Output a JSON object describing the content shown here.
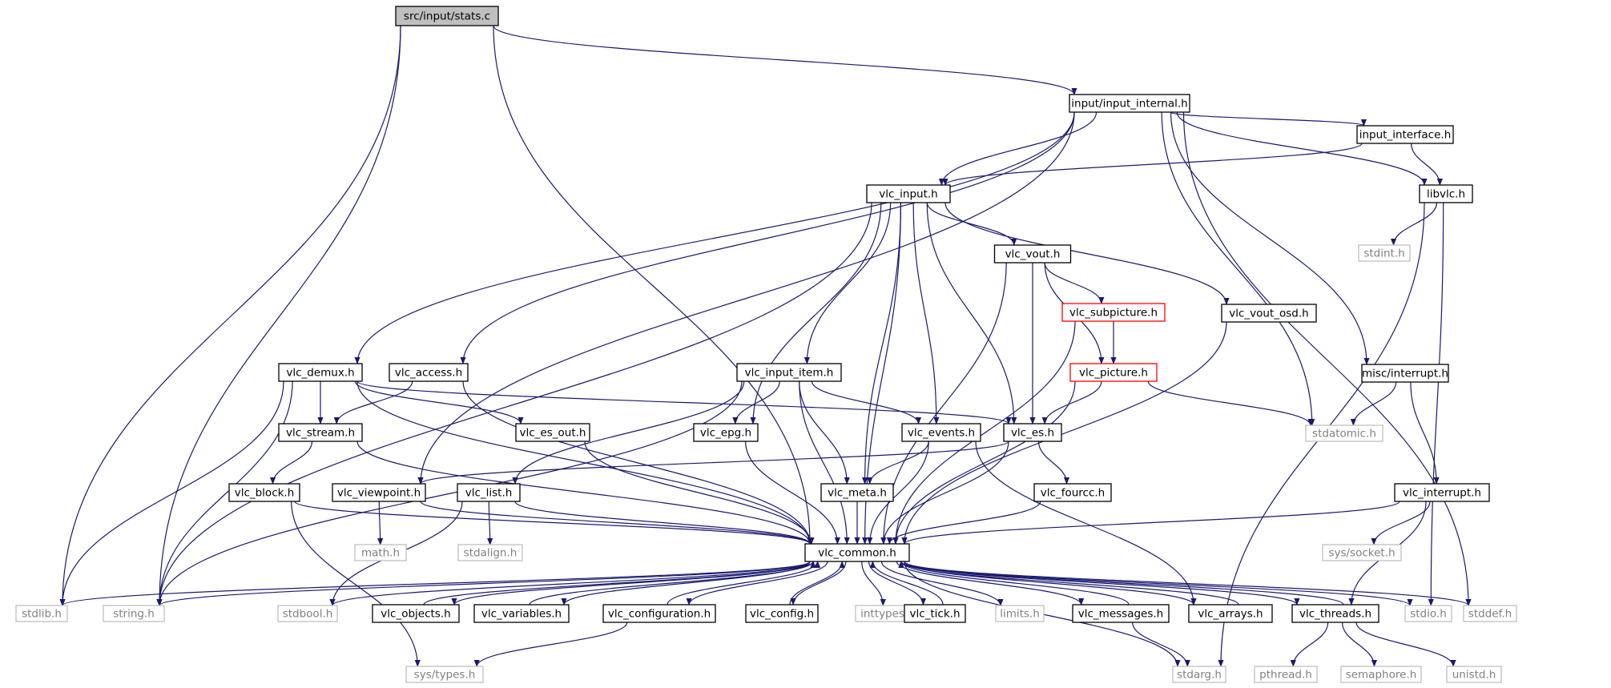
{
  "colors": {
    "edge": "#191970",
    "box_normal": "#000000",
    "box_missing": "#bfbfbf",
    "box_truncated": "#ff0000",
    "root_fill": "#bfbfbf",
    "text_normal": "#000000",
    "text_missing": "#808080"
  },
  "nodes": [
    {
      "id": "stats_c",
      "label": "src/input/stats.c",
      "kind": "root"
    },
    {
      "id": "input_internal",
      "label": "input/input_internal.h",
      "kind": "normal"
    },
    {
      "id": "input_interface",
      "label": "input_interface.h",
      "kind": "normal"
    },
    {
      "id": "libvlc",
      "label": "libvlc.h",
      "kind": "normal"
    },
    {
      "id": "stdint",
      "label": "stdint.h",
      "kind": "missing"
    },
    {
      "id": "vlc_input",
      "label": "vlc_input.h",
      "kind": "normal"
    },
    {
      "id": "vlc_vout",
      "label": "vlc_vout.h",
      "kind": "normal"
    },
    {
      "id": "vlc_subpicture",
      "label": "vlc_subpicture.h",
      "kind": "truncated"
    },
    {
      "id": "vlc_vout_osd",
      "label": "vlc_vout_osd.h",
      "kind": "normal"
    },
    {
      "id": "vlc_picture",
      "label": "vlc_picture.h",
      "kind": "truncated"
    },
    {
      "id": "misc_interrupt",
      "label": "misc/interrupt.h",
      "kind": "normal"
    },
    {
      "id": "vlc_demux",
      "label": "vlc_demux.h",
      "kind": "normal"
    },
    {
      "id": "vlc_access",
      "label": "vlc_access.h",
      "kind": "normal"
    },
    {
      "id": "vlc_input_item",
      "label": "vlc_input_item.h",
      "kind": "normal"
    },
    {
      "id": "vlc_stream",
      "label": "vlc_stream.h",
      "kind": "normal"
    },
    {
      "id": "vlc_es_out",
      "label": "vlc_es_out.h",
      "kind": "normal"
    },
    {
      "id": "vlc_epg",
      "label": "vlc_epg.h",
      "kind": "normal"
    },
    {
      "id": "vlc_events",
      "label": "vlc_events.h",
      "kind": "normal"
    },
    {
      "id": "vlc_es",
      "label": "vlc_es.h",
      "kind": "normal"
    },
    {
      "id": "stdatomic",
      "label": "stdatomic.h",
      "kind": "missing"
    },
    {
      "id": "vlc_block",
      "label": "vlc_block.h",
      "kind": "normal"
    },
    {
      "id": "vlc_viewpoint",
      "label": "vlc_viewpoint.h",
      "kind": "normal"
    },
    {
      "id": "vlc_list",
      "label": "vlc_list.h",
      "kind": "normal"
    },
    {
      "id": "vlc_meta",
      "label": "vlc_meta.h",
      "kind": "normal"
    },
    {
      "id": "vlc_fourcc",
      "label": "vlc_fourcc.h",
      "kind": "normal"
    },
    {
      "id": "vlc_interrupt",
      "label": "vlc_interrupt.h",
      "kind": "normal"
    },
    {
      "id": "math",
      "label": "math.h",
      "kind": "missing"
    },
    {
      "id": "stdalign",
      "label": "stdalign.h",
      "kind": "missing"
    },
    {
      "id": "sys_socket",
      "label": "sys/socket.h",
      "kind": "missing"
    },
    {
      "id": "vlc_common",
      "label": "vlc_common.h",
      "kind": "normal"
    },
    {
      "id": "stdlib",
      "label": "stdlib.h",
      "kind": "missing"
    },
    {
      "id": "string",
      "label": "string.h",
      "kind": "missing"
    },
    {
      "id": "stdbool",
      "label": "stdbool.h",
      "kind": "missing"
    },
    {
      "id": "vlc_objects",
      "label": "vlc_objects.h",
      "kind": "normal"
    },
    {
      "id": "vlc_variables",
      "label": "vlc_variables.h",
      "kind": "normal"
    },
    {
      "id": "vlc_configuration",
      "label": "vlc_configuration.h",
      "kind": "normal"
    },
    {
      "id": "vlc_config",
      "label": "vlc_config.h",
      "kind": "normal"
    },
    {
      "id": "inttypes",
      "label": "inttypes.h",
      "kind": "missing"
    },
    {
      "id": "vlc_tick",
      "label": "vlc_tick.h",
      "kind": "normal"
    },
    {
      "id": "limits",
      "label": "limits.h",
      "kind": "missing"
    },
    {
      "id": "vlc_messages",
      "label": "vlc_messages.h",
      "kind": "normal"
    },
    {
      "id": "vlc_arrays",
      "label": "vlc_arrays.h",
      "kind": "normal"
    },
    {
      "id": "vlc_threads",
      "label": "vlc_threads.h",
      "kind": "normal"
    },
    {
      "id": "stdio",
      "label": "stdio.h",
      "kind": "missing"
    },
    {
      "id": "stddef",
      "label": "stddef.h",
      "kind": "missing"
    },
    {
      "id": "sys_types",
      "label": "sys/types.h",
      "kind": "missing"
    },
    {
      "id": "stdarg",
      "label": "stdarg.h",
      "kind": "missing"
    },
    {
      "id": "pthread",
      "label": "pthread.h",
      "kind": "missing"
    },
    {
      "id": "semaphore",
      "label": "semaphore.h",
      "kind": "missing"
    },
    {
      "id": "unistd",
      "label": "unistd.h",
      "kind": "missing"
    }
  ],
  "edges": [
    [
      "stats_c",
      "input_internal"
    ],
    [
      "stats_c",
      "stdlib"
    ],
    [
      "stats_c",
      "string"
    ],
    [
      "stats_c",
      "vlc_common"
    ],
    [
      "input_internal",
      "vlc_input"
    ],
    [
      "input_internal",
      "input_interface"
    ],
    [
      "input_internal",
      "libvlc"
    ],
    [
      "input_internal",
      "vlc_demux"
    ],
    [
      "input_internal",
      "vlc_access"
    ],
    [
      "input_internal",
      "vlc_viewpoint"
    ],
    [
      "input_internal",
      "stdatomic"
    ],
    [
      "input_internal",
      "misc_interrupt"
    ],
    [
      "input_internal",
      "stddef"
    ],
    [
      "input_interface",
      "vlc_input"
    ],
    [
      "input_interface",
      "libvlc"
    ],
    [
      "libvlc",
      "stdint"
    ],
    [
      "libvlc",
      "stdio"
    ],
    [
      "libvlc",
      "stdarg"
    ],
    [
      "vlc_input",
      "vlc_vout"
    ],
    [
      "vlc_input",
      "vlc_vout_osd"
    ],
    [
      "vlc_input",
      "vlc_input_item"
    ],
    [
      "vlc_input",
      "vlc_epg"
    ],
    [
      "vlc_input",
      "vlc_events"
    ],
    [
      "vlc_input",
      "vlc_es"
    ],
    [
      "vlc_input",
      "vlc_meta"
    ],
    [
      "vlc_input",
      "string"
    ],
    [
      "vlc_input",
      "vlc_common"
    ],
    [
      "vlc_vout",
      "vlc_subpicture"
    ],
    [
      "vlc_vout",
      "vlc_picture"
    ],
    [
      "vlc_vout",
      "vlc_es"
    ],
    [
      "vlc_vout",
      "vlc_common"
    ],
    [
      "vlc_subpicture",
      "vlc_picture"
    ],
    [
      "vlc_subpicture",
      "vlc_common"
    ],
    [
      "vlc_vout_osd",
      "vlc_common"
    ],
    [
      "vlc_picture",
      "vlc_es"
    ],
    [
      "vlc_picture",
      "stdatomic"
    ],
    [
      "vlc_picture",
      "vlc_common"
    ],
    [
      "misc_interrupt",
      "stdatomic"
    ],
    [
      "misc_interrupt",
      "vlc_interrupt"
    ],
    [
      "vlc_demux",
      "vlc_stream"
    ],
    [
      "vlc_demux",
      "vlc_es_out"
    ],
    [
      "vlc_demux",
      "vlc_es"
    ],
    [
      "vlc_demux",
      "stdlib"
    ],
    [
      "vlc_demux",
      "string"
    ],
    [
      "vlc_demux",
      "vlc_common"
    ],
    [
      "vlc_access",
      "vlc_stream"
    ],
    [
      "vlc_access",
      "vlc_common"
    ],
    [
      "vlc_input_item",
      "vlc_epg"
    ],
    [
      "vlc_input_item",
      "vlc_events"
    ],
    [
      "vlc_input_item",
      "vlc_meta"
    ],
    [
      "vlc_input_item",
      "vlc_list"
    ],
    [
      "vlc_input_item",
      "string"
    ],
    [
      "vlc_input_item",
      "vlc_common"
    ],
    [
      "vlc_stream",
      "vlc_block"
    ],
    [
      "vlc_stream",
      "vlc_common"
    ],
    [
      "vlc_es_out",
      "vlc_common"
    ],
    [
      "vlc_epg",
      "vlc_common"
    ],
    [
      "vlc_events",
      "vlc_meta"
    ],
    [
      "vlc_events",
      "vlc_arrays"
    ],
    [
      "vlc_events",
      "vlc_common"
    ],
    [
      "vlc_es",
      "vlc_fourcc"
    ],
    [
      "vlc_es",
      "vlc_viewpoint"
    ],
    [
      "vlc_es",
      "vlc_common"
    ],
    [
      "vlc_block",
      "sys_types"
    ],
    [
      "vlc_block",
      "vlc_common"
    ],
    [
      "vlc_viewpoint",
      "math"
    ],
    [
      "vlc_viewpoint",
      "vlc_common"
    ],
    [
      "vlc_list",
      "stdalign"
    ],
    [
      "vlc_list",
      "stdbool"
    ],
    [
      "vlc_list",
      "vlc_common"
    ],
    [
      "vlc_meta",
      "vlc_common"
    ],
    [
      "vlc_fourcc",
      "vlc_common"
    ],
    [
      "vlc_interrupt",
      "sys_socket"
    ],
    [
      "vlc_interrupt",
      "vlc_threads"
    ],
    [
      "vlc_interrupt",
      "vlc_common"
    ],
    [
      "vlc_common",
      "stdlib"
    ],
    [
      "vlc_common",
      "string"
    ],
    [
      "vlc_common",
      "stdbool"
    ],
    [
      "vlc_common",
      "vlc_objects"
    ],
    [
      "vlc_common",
      "vlc_variables"
    ],
    [
      "vlc_common",
      "vlc_configuration"
    ],
    [
      "vlc_common",
      "vlc_config"
    ],
    [
      "vlc_common",
      "inttypes"
    ],
    [
      "vlc_common",
      "vlc_tick"
    ],
    [
      "vlc_common",
      "limits"
    ],
    [
      "vlc_common",
      "vlc_messages"
    ],
    [
      "vlc_common",
      "stdarg"
    ],
    [
      "vlc_common",
      "vlc_arrays"
    ],
    [
      "vlc_common",
      "vlc_threads"
    ],
    [
      "vlc_common",
      "stdio"
    ],
    [
      "vlc_common",
      "stddef"
    ],
    [
      "vlc_objects",
      "vlc_common"
    ],
    [
      "vlc_variables",
      "vlc_common"
    ],
    [
      "vlc_configuration",
      "vlc_common"
    ],
    [
      "vlc_config",
      "vlc_common"
    ],
    [
      "vlc_tick",
      "vlc_common"
    ],
    [
      "vlc_messages",
      "vlc_common"
    ],
    [
      "vlc_arrays",
      "vlc_common"
    ],
    [
      "vlc_threads",
      "vlc_common"
    ],
    [
      "vlc_configuration",
      "sys_types"
    ],
    [
      "vlc_messages",
      "stdarg"
    ],
    [
      "vlc_threads",
      "pthread"
    ],
    [
      "vlc_threads",
      "semaphore"
    ],
    [
      "vlc_threads",
      "unistd"
    ]
  ]
}
